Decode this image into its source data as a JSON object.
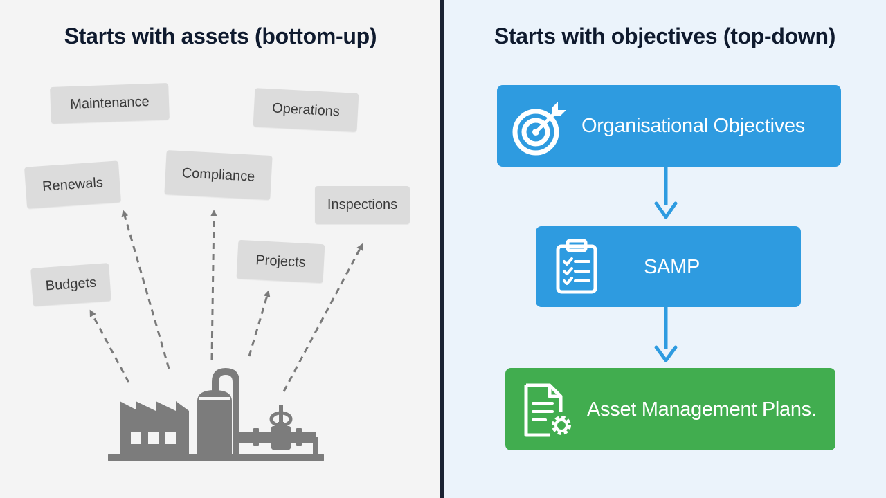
{
  "left_panel": {
    "title": "Starts with assets (bottom-up)",
    "chips": [
      {
        "label": "Maintenance"
      },
      {
        "label": "Operations"
      },
      {
        "label": "Renewals"
      },
      {
        "label": "Compliance"
      },
      {
        "label": "Inspections"
      },
      {
        "label": "Projects"
      },
      {
        "label": "Budgets"
      }
    ],
    "base_icon": "factory-icon"
  },
  "right_panel": {
    "title": "Starts with objectives (top-down)",
    "flow": [
      {
        "label": "Organisational Objectives",
        "icon": "target-icon",
        "color": "#2e9be0"
      },
      {
        "label": "SAMP",
        "icon": "clipboard-checklist-icon",
        "color": "#2e9be0"
      },
      {
        "label": "Asset Management Plans.",
        "icon": "document-gear-icon",
        "color": "#41ad4f"
      }
    ]
  },
  "colors": {
    "left_background": "#f4f4f4",
    "right_background": "#ebf3fb",
    "divider": "#1a2233",
    "chip": "#dcdcdc",
    "chip_text": "#3a3a3a",
    "dashed_arrow": "#7a7a7a",
    "factory": "#7c7c7c",
    "flow_arrow": "#2e9be0"
  }
}
